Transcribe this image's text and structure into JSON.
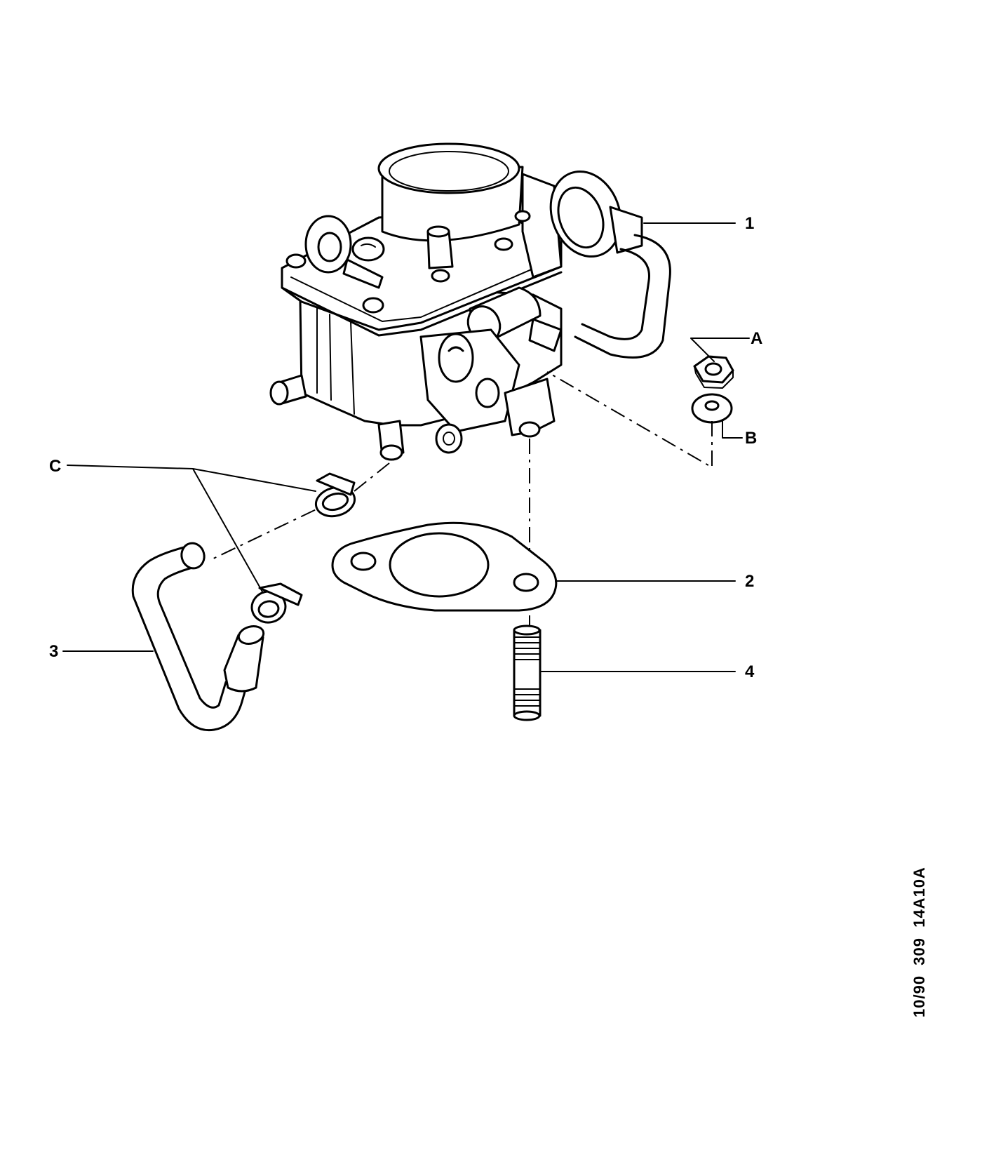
{
  "callouts": {
    "part1": "1",
    "part2": "2",
    "part3": "3",
    "part4": "4",
    "partA": "A",
    "partB": "B",
    "partC": "C"
  },
  "reference_code": "10/90  309  14A10A"
}
